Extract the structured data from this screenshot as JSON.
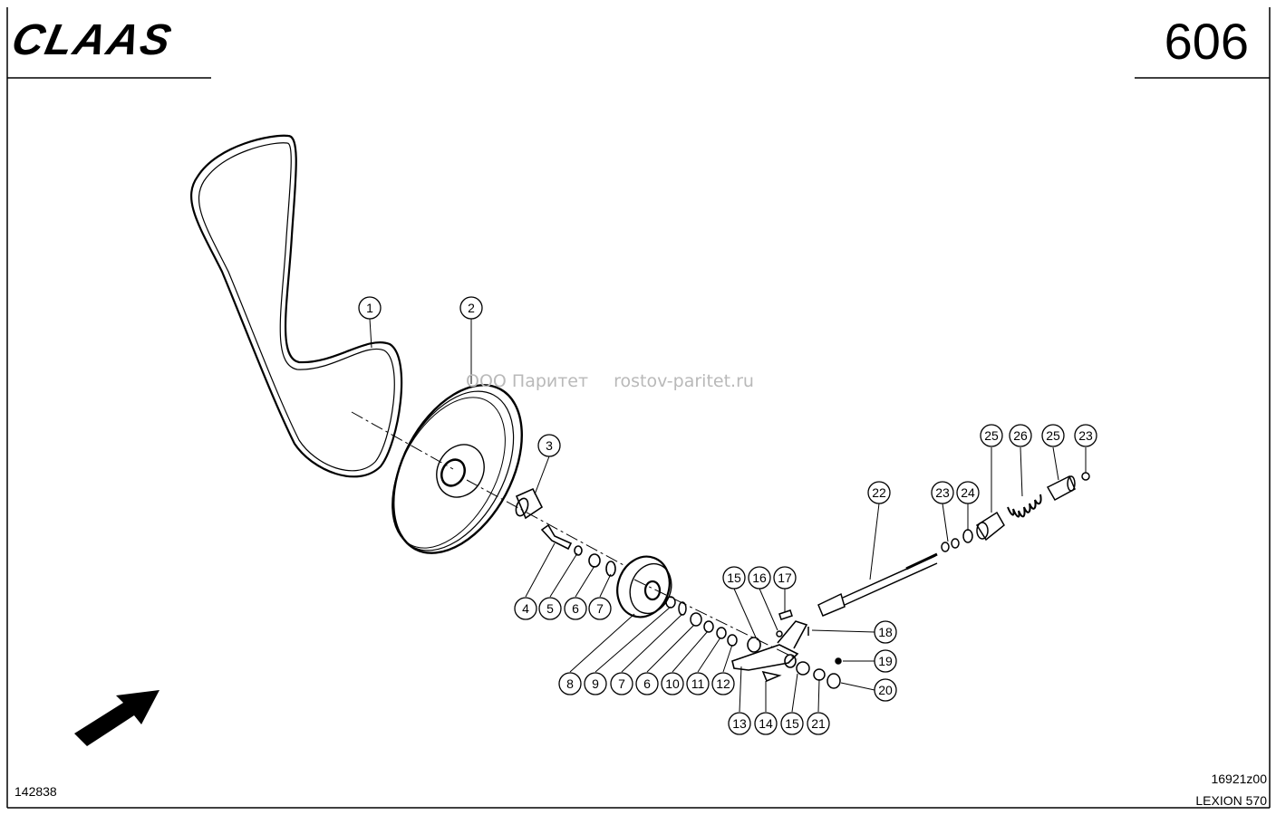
{
  "header": {
    "brand": "CLAAS",
    "page_number": "606"
  },
  "watermark": {
    "company": "ООО Паритет",
    "site": "rostov-paritet.ru"
  },
  "footer": {
    "drawing_ref": "142838",
    "figure_code": "16921z00",
    "model": "LEXION 570"
  },
  "callouts": {
    "c1": "1",
    "c2": "2",
    "c3": "3",
    "c4": "4",
    "c5": "5",
    "c6a": "6",
    "c7a": "7",
    "c8": "8",
    "c9": "9",
    "c7b": "7",
    "c6b": "6",
    "c10": "10",
    "c11": "11",
    "c12": "12",
    "c13": "13",
    "c14": "14",
    "c15b": "15",
    "c21": "21",
    "c15a": "15",
    "c16": "16",
    "c17": "17",
    "c18": "18",
    "c19": "19",
    "c20": "20",
    "c22": "22",
    "c23a": "23",
    "c24": "24",
    "c25a": "25",
    "c26": "26",
    "c25b": "25",
    "c23b": "23"
  }
}
